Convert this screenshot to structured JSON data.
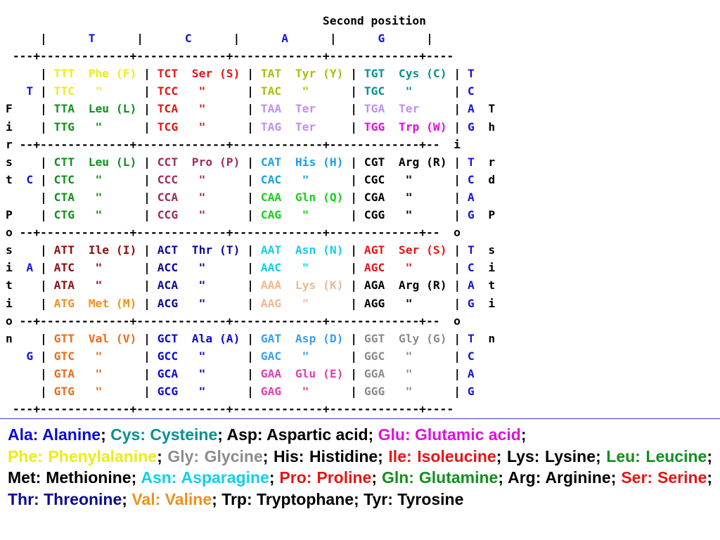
{
  "header": {
    "top_label": "Second position",
    "left_label": "First Position",
    "right_label": "Third Position",
    "columns": [
      "T",
      "C",
      "A",
      "G"
    ]
  },
  "colors": {
    "Phe": "#ecec1a",
    "Leu": "#10901c",
    "Ile": "#8c1010",
    "Met": "#f0901a",
    "Val": "#f06a18",
    "Ser": "#e81414",
    "Pro": "#9c2c5a",
    "Thr": "#0a0a96",
    "Ala": "#0a0ad8",
    "Tyr": "#a8c00a",
    "His": "#18a0e6",
    "Gln": "#18d018",
    "Asn": "#10d0e8",
    "Lys": "#f0b890",
    "Asp": "#38a0ec",
    "Glu": "#e040b0",
    "Ter": "#c090ec",
    "Cys": "#089090",
    "Trp": "#e010e0",
    "Arg": "#000000",
    "Gly": "#8c8c8c",
    "base": "#1414d8",
    "default": "#000000"
  },
  "codon_table": [
    {
      "first": "T",
      "rows": [
        [
          [
            "TTT",
            "Phe (F)",
            "Phe"
          ],
          [
            "TCT",
            "Ser (S)",
            "Ser"
          ],
          [
            "TAT",
            "Tyr (Y)",
            "Tyr"
          ],
          [
            "TGT",
            "Cys (C)",
            "Cys"
          ]
        ],
        [
          [
            "TTC",
            "\"",
            "Phe"
          ],
          [
            "TCC",
            "\"",
            "Ser"
          ],
          [
            "TAC",
            "\"",
            "Tyr"
          ],
          [
            "TGC",
            "\"",
            "Cys"
          ]
        ],
        [
          [
            "TTA",
            "Leu (L)",
            "Leu"
          ],
          [
            "TCA",
            "\"",
            "Ser"
          ],
          [
            "TAA",
            "Ter",
            "Ter"
          ],
          [
            "TGA",
            "Ter",
            "Ter"
          ]
        ],
        [
          [
            "TTG",
            "\"",
            "Leu"
          ],
          [
            "TCG",
            "\"",
            "Ser"
          ],
          [
            "TAG",
            "Ter",
            "Ter"
          ],
          [
            "TGG",
            "Trp (W)",
            "Trp"
          ]
        ]
      ]
    },
    {
      "first": "C",
      "rows": [
        [
          [
            "CTT",
            "Leu (L)",
            "Leu"
          ],
          [
            "CCT",
            "Pro (P)",
            "Pro"
          ],
          [
            "CAT",
            "His (H)",
            "His"
          ],
          [
            "CGT",
            "Arg (R)",
            "Arg"
          ]
        ],
        [
          [
            "CTC",
            "\"",
            "Leu"
          ],
          [
            "CCC",
            "\"",
            "Pro"
          ],
          [
            "CAC",
            "\"",
            "His"
          ],
          [
            "CGC",
            "\"",
            "Arg"
          ]
        ],
        [
          [
            "CTA",
            "\"",
            "Leu"
          ],
          [
            "CCA",
            "\"",
            "Pro"
          ],
          [
            "CAA",
            "Gln (Q)",
            "Gln"
          ],
          [
            "CGA",
            "\"",
            "Arg"
          ]
        ],
        [
          [
            "CTG",
            "\"",
            "Leu"
          ],
          [
            "CCG",
            "\"",
            "Pro"
          ],
          [
            "CAG",
            "\"",
            "Gln"
          ],
          [
            "CGG",
            "\"",
            "Arg"
          ]
        ]
      ]
    },
    {
      "first": "A",
      "rows": [
        [
          [
            "ATT",
            "Ile (I)",
            "Ile"
          ],
          [
            "ACT",
            "Thr (T)",
            "Thr"
          ],
          [
            "AAT",
            "Asn (N)",
            "Asn"
          ],
          [
            "AGT",
            "Ser (S)",
            "Ser"
          ]
        ],
        [
          [
            "ATC",
            "\"",
            "Ile"
          ],
          [
            "ACC",
            "\"",
            "Thr"
          ],
          [
            "AAC",
            "\"",
            "Asn"
          ],
          [
            "AGC",
            "\"",
            "Ser"
          ]
        ],
        [
          [
            "ATA",
            "\"",
            "Ile"
          ],
          [
            "ACA",
            "\"",
            "Thr"
          ],
          [
            "AAA",
            "Lys (K)",
            "Lys"
          ],
          [
            "AGA",
            "Arg (R)",
            "Arg"
          ]
        ],
        [
          [
            "ATG",
            "Met (M)",
            "Met"
          ],
          [
            "ACG",
            "\"",
            "Thr"
          ],
          [
            "AAG",
            "\"",
            "Lys"
          ],
          [
            "AGG",
            "\"",
            "Arg"
          ]
        ]
      ]
    },
    {
      "first": "G",
      "rows": [
        [
          [
            "GTT",
            "Val (V)",
            "Val"
          ],
          [
            "GCT",
            "Ala (A)",
            "Ala"
          ],
          [
            "GAT",
            "Asp (D)",
            "Asp"
          ],
          [
            "GGT",
            "Gly (G)",
            "Gly"
          ]
        ],
        [
          [
            "GTC",
            "\"",
            "Val"
          ],
          [
            "GCC",
            "\"",
            "Ala"
          ],
          [
            "GAC",
            "\"",
            "Asp"
          ],
          [
            "GGC",
            "\"",
            "Gly"
          ]
        ],
        [
          [
            "GTA",
            "\"",
            "Val"
          ],
          [
            "GCA",
            "\"",
            "Ala"
          ],
          [
            "GAA",
            "Glu (E)",
            "Glu"
          ],
          [
            "GGA",
            "\"",
            "Gly"
          ]
        ],
        [
          [
            "GTG",
            "\"",
            "Val"
          ],
          [
            "GCG",
            "\"",
            "Ala"
          ],
          [
            "GAG",
            "\"",
            "Glu"
          ],
          [
            "GGG",
            "\"",
            "Gly"
          ]
        ]
      ]
    }
  ],
  "third_bases": [
    "T",
    "C",
    "A",
    "G"
  ],
  "legend": [
    {
      "abbr": "Ala",
      "text": "Ala: Alanine",
      "key": "Ala"
    },
    {
      "abbr": "Cys",
      "text": "Cys: Cysteine",
      "key": "Cys"
    },
    {
      "abbr": "Asp",
      "text": "Asp: Aspartic acid",
      "key": "default"
    },
    {
      "abbr": "Glu",
      "text": "Glu: Glutamic acid",
      "key": "Trp"
    },
    {
      "abbr": "Phe",
      "text": "Phe: Phenylalanine",
      "key": "Phe"
    },
    {
      "abbr": "Gly",
      "text": "Gly: Glycine",
      "key": "Gly"
    },
    {
      "abbr": "His",
      "text": "His: Histidine",
      "key": "default"
    },
    {
      "abbr": "Ile",
      "text": "Ile: Isoleucine",
      "key": "Ser"
    },
    {
      "abbr": "Lys",
      "text": "Lys: Lysine",
      "key": "default"
    },
    {
      "abbr": "Leu",
      "text": "Leu: Leucine",
      "key": "Leu"
    },
    {
      "abbr": "Met",
      "text": "Met: Methionine",
      "key": "default"
    },
    {
      "abbr": "Asn",
      "text": "Asn: Asparagine",
      "key": "Asn"
    },
    {
      "abbr": "Pro",
      "text": "Pro: Proline",
      "key": "Ser"
    },
    {
      "abbr": "Gln",
      "text": "Gln: Glutamine",
      "key": "Leu"
    },
    {
      "abbr": "Arg",
      "text": "Arg: Arginine",
      "key": "default"
    },
    {
      "abbr": "Ser",
      "text": "Ser: Serine",
      "key": "Ser"
    },
    {
      "abbr": "Thr",
      "text": "Thr: Threonine",
      "key": "Thr"
    },
    {
      "abbr": "Val",
      "text": "Val: Valine",
      "key": "Met"
    },
    {
      "abbr": "Trp",
      "text": "Trp: Tryptophane",
      "key": "default"
    },
    {
      "abbr": "Tyr",
      "text": "Tyr: Tyrosine",
      "key": "default"
    }
  ]
}
